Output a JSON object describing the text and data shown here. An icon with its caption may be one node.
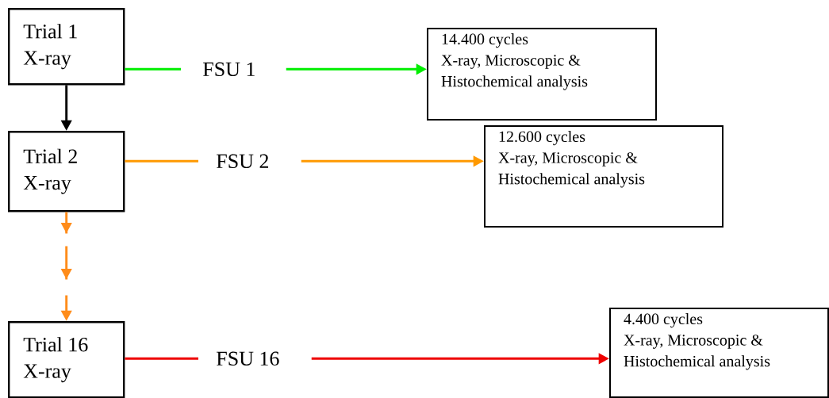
{
  "diagram": {
    "nodes": [
      {
        "text": [
          "Trial 1 X-ray"
        ]
      },
      {
        "text": [
          "FSU 1"
        ]
      },
      {
        "text": [
          "14.400 cycles",
          "X-ray, Microscopic & Histochemical analysis"
        ]
      },
      {
        "text": [
          "Trial 2 X-ray"
        ]
      },
      {
        "text": [
          "FSU 2"
        ]
      },
      {
        "text": [
          "12.600 cycles",
          "X-ray, Microscopic & Histochemical analysis"
        ]
      },
      {
        "text": [
          "Trial 16 X-ray"
        ]
      },
      {
        "text": [
          "FSU 16"
        ]
      },
      {
        "text": [
          "4.400 cycles",
          "X-ray, Microscopic & Histochemical analysis"
        ]
      }
    ],
    "edges": [
      {
        "from": 0,
        "to": 1,
        "arrow": "none",
        "color": "#00ee00"
      },
      {
        "from": 1,
        "to": 2,
        "arrow": "to",
        "color": "#00ee00"
      },
      {
        "from": 0,
        "to": 3,
        "arrow": "to",
        "color": "#000000"
      },
      {
        "from": 3,
        "to": 4,
        "arrow": "none",
        "color": "#ff9900"
      },
      {
        "from": 4,
        "to": 5,
        "arrow": "to",
        "color": "#ff9900"
      },
      {
        "from": 3,
        "to": 6,
        "arrow": "to",
        "style": "dashed",
        "color": "#ff8c1a"
      },
      {
        "from": 6,
        "to": 7,
        "arrow": "none",
        "color": "#ee0000"
      },
      {
        "from": 7,
        "to": 8,
        "arrow": "to",
        "color": "#ee0000"
      }
    ]
  }
}
